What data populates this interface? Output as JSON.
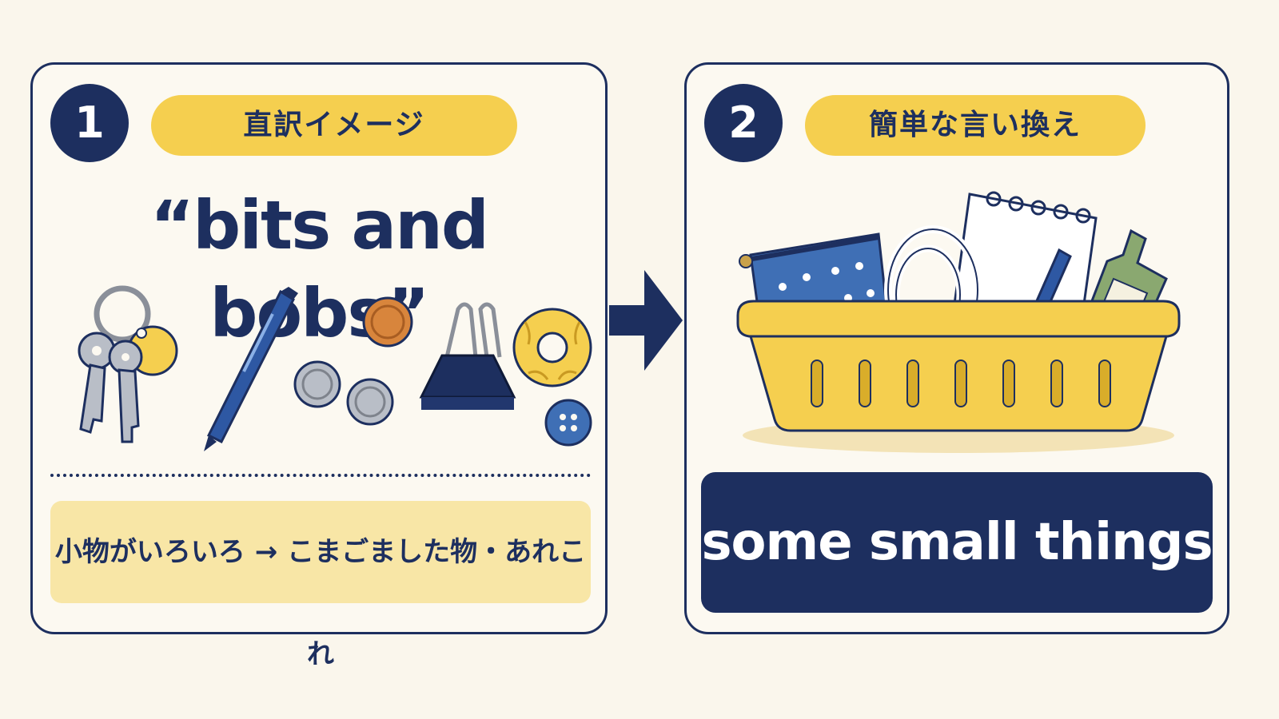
{
  "panel1": {
    "number": "1",
    "label": "直訳イメージ",
    "headline": "“bits and bobs”",
    "items": [
      {
        "icon": "keys-icon"
      },
      {
        "icon": "pen-icon"
      },
      {
        "icon": "coins-icon"
      },
      {
        "icon": "binder-clip-icon"
      },
      {
        "icon": "scrunchie-icon"
      },
      {
        "icon": "button-icon"
      }
    ],
    "note": "小物がいろいろ → こまごました物・あれこれ"
  },
  "panel2": {
    "number": "2",
    "label": "簡単な言い換え",
    "illustration": "basket-of-items-icon",
    "answer": "some small things"
  },
  "colors": {
    "navy": "#1d2f5f",
    "yellow": "#f5cf4f",
    "pale_yellow": "#f8e6a6",
    "cream": "#fcf9f1",
    "blue": "#3f6fb5",
    "green": "#8aa870"
  }
}
